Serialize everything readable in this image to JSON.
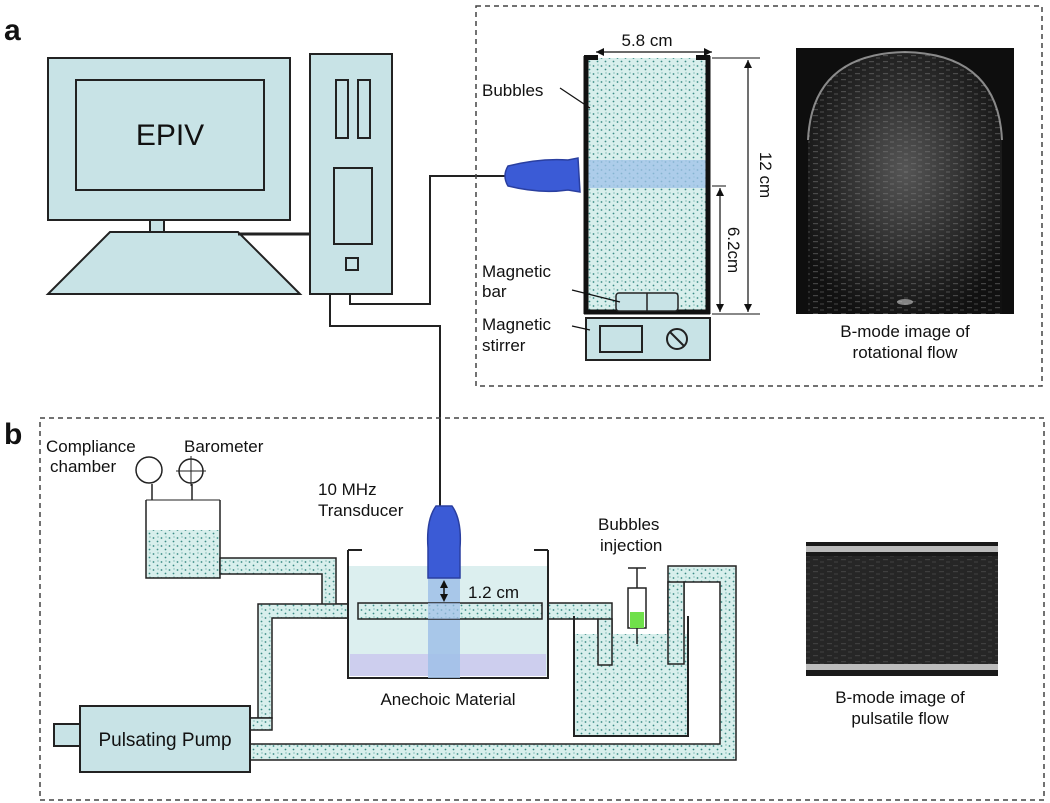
{
  "panel_a": {
    "letter": "a",
    "computer_label": "EPIV",
    "bubbles_label": "Bubbles",
    "width_label": "5.8 cm",
    "height_label": "12 cm",
    "mid_height_label": "6.2cm",
    "magnetic_bar_label_1": "Magnetic",
    "magnetic_bar_label_2": "bar",
    "magnetic_stirrer_label_1": "Magnetic",
    "magnetic_stirrer_label_2": "stirrer",
    "bmode_caption_1": "B-mode image of",
    "bmode_caption_2": "rotational flow"
  },
  "panel_b": {
    "letter": "b",
    "compliance_label_1": "Compliance",
    "compliance_label_2": "chamber",
    "barometer_label": "Barometer",
    "transducer_label_1": "10 MHz",
    "transducer_label_2": "Transducer",
    "distance_label": "1.2 cm",
    "bubbles_injection_label_1": "Bubbles",
    "bubbles_injection_label_2": "injection",
    "anechoic_label": "Anechoic Material",
    "pump_label": "Pulsating Pump",
    "bmode_caption_1": "B-mode image of",
    "bmode_caption_2": "pulsatile flow"
  },
  "colors": {
    "equipment_fill": "#c8e3e6",
    "bubble_fill": "#d6eeec",
    "transducer_blue": "#3b5bd6",
    "beam_blue": "#9fbfe8",
    "syringe_green": "#6fe04a"
  }
}
